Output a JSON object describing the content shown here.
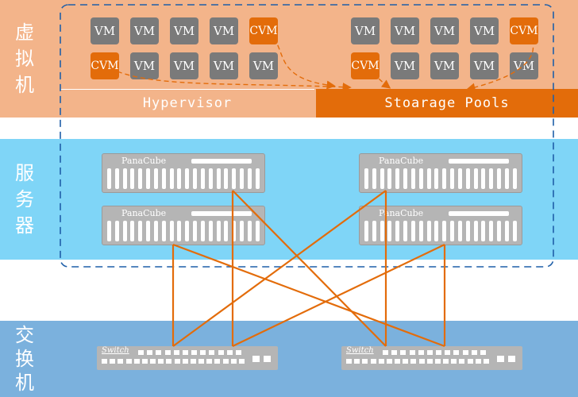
{
  "layers": {
    "virtual": {
      "label": [
        "虚",
        "拟",
        "机"
      ],
      "color": "#f3b48a"
    },
    "server": {
      "label": [
        "服",
        "务",
        "器"
      ],
      "color": "#7fd5f7"
    },
    "switch": {
      "label": [
        "交",
        "换",
        "机"
      ],
      "color": "#7bb1dd"
    }
  },
  "vm_group_left": {
    "row1": [
      "VM",
      "VM",
      "VM",
      "VM",
      "CVM"
    ],
    "row2": [
      "CVM",
      "VM",
      "VM",
      "VM",
      "VM"
    ]
  },
  "vm_group_right": {
    "row1": [
      "VM",
      "VM",
      "VM",
      "VM",
      "CVM"
    ],
    "row2": [
      "CVM",
      "VM",
      "VM",
      "VM",
      "VM"
    ]
  },
  "hypervisor": {
    "label": "Hypervisor",
    "color": "#f3b48a"
  },
  "storage_pools": {
    "label": "Stoarage Pools",
    "color": "#e36c0a"
  },
  "servers": [
    {
      "brand": "PanaCube"
    },
    {
      "brand": "PanaCube"
    },
    {
      "brand": "PanaCube"
    },
    {
      "brand": "PanaCube"
    }
  ],
  "switches": [
    {
      "brand": "Switch"
    },
    {
      "brand": "Switch"
    }
  ],
  "colors": {
    "vm": "#7a7a7a",
    "cvm": "#e36c0a",
    "wire": "#e36c0a",
    "dashed_border": "#1f5fa8"
  }
}
